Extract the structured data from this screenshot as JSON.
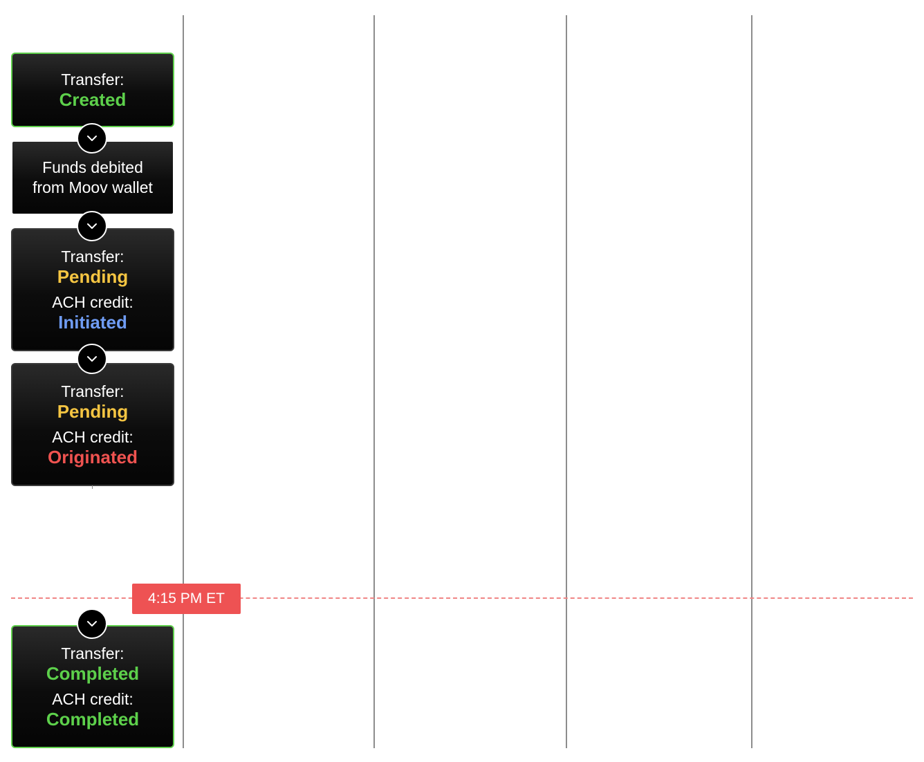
{
  "cutoff": {
    "label": "4:15 PM ET",
    "color": "#ee5253"
  },
  "colors": {
    "green": "#5dd04b",
    "yellow": "#f5c542",
    "blue": "#6f9cf4",
    "red": "#ef5350"
  },
  "cards": [
    {
      "transfer_label": "Transfer:",
      "transfer_status": "Created"
    },
    {
      "line1": "Funds debited",
      "line2": "from Moov wallet"
    },
    {
      "transfer_label": "Transfer:",
      "transfer_status": "Pending",
      "ach_label": "ACH credit:",
      "ach_status": "Initiated"
    },
    {
      "transfer_label": "Transfer:",
      "transfer_status": "Pending",
      "ach_label": "ACH credit:",
      "ach_status": "Originated"
    },
    {
      "transfer_label": "Transfer:",
      "transfer_status": "Completed",
      "ach_label": "ACH credit:",
      "ach_status": "Completed"
    }
  ],
  "connector_icon": "chevron-down-icon"
}
